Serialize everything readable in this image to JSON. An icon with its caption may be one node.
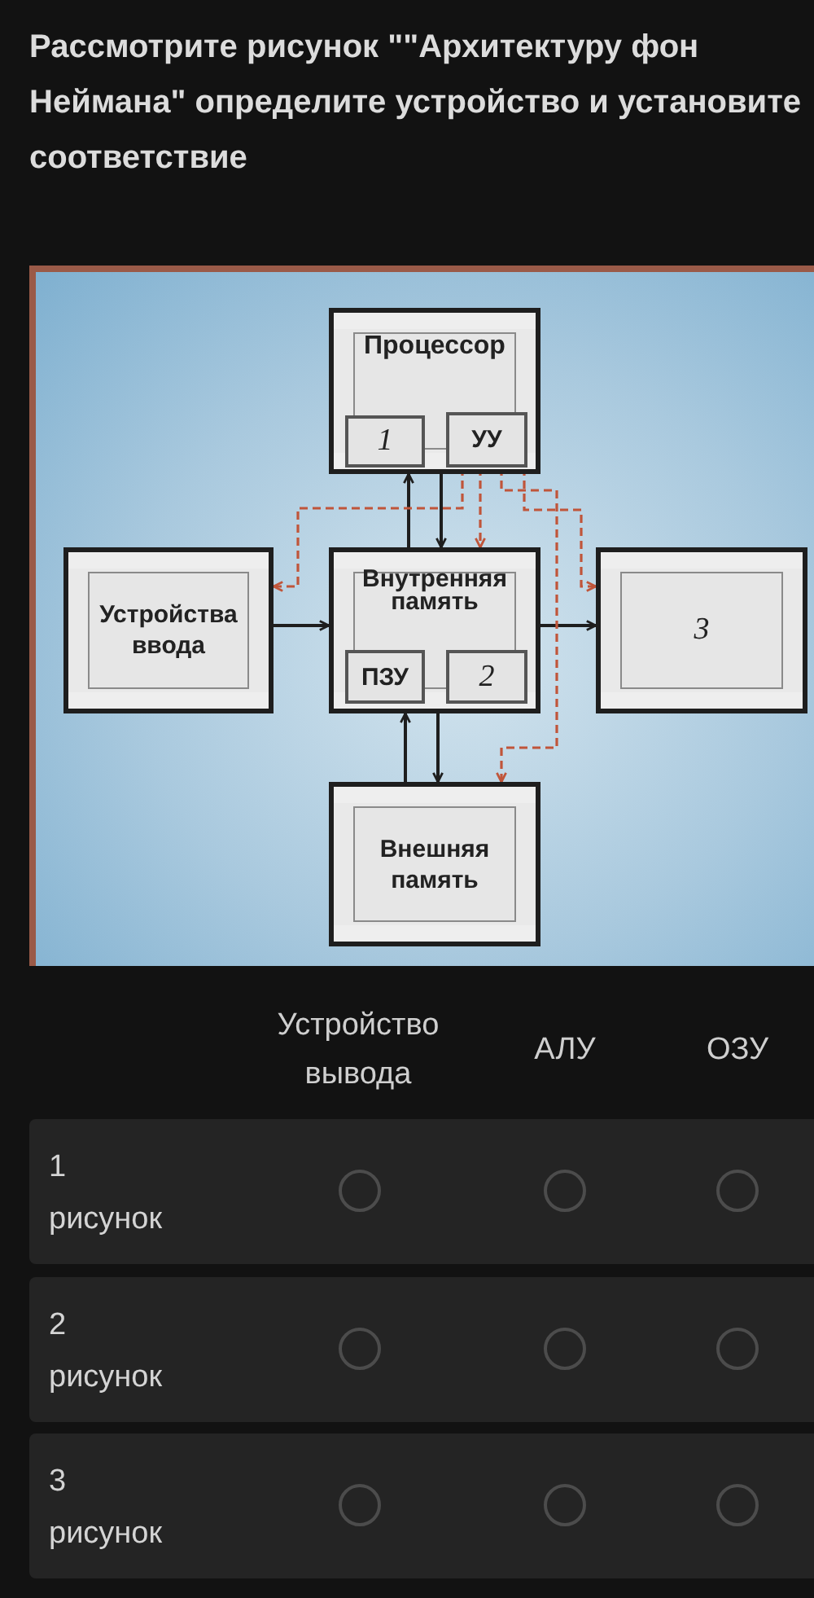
{
  "diagram": {
    "title": "Рассмотрите рисунок \"\"Архитектуру фон Неймана\" определите устройство и установите соответствие",
    "nodes": [
      {
        "text": [
          "Процессор"
        ]
      },
      {
        "text": [
          "1"
        ],
        "in": 0
      },
      {
        "text": [
          "УУ"
        ],
        "in": 0
      },
      {
        "text": [
          "Устройства ввода"
        ]
      },
      {
        "text": [
          "Внутренняя память"
        ]
      },
      {
        "text": [
          "ПЗУ"
        ],
        "in": 4
      },
      {
        "text": [
          "2"
        ],
        "in": 4
      },
      {
        "text": [
          "3"
        ]
      },
      {
        "text": [
          "Внешняя память"
        ]
      }
    ],
    "edges": [
      {
        "from": 4,
        "to": 0,
        "arrow": "to"
      },
      {
        "from": 0,
        "to": 4,
        "arrow": "to"
      },
      {
        "from": 3,
        "to": 4,
        "arrow": "to"
      },
      {
        "from": 4,
        "to": 7,
        "arrow": "to"
      },
      {
        "from": 8,
        "to": 4,
        "arrow": "to"
      },
      {
        "from": 4,
        "to": 8,
        "arrow": "to"
      },
      {
        "from": 2,
        "to": 3,
        "arrow": "to",
        "style": "dashed",
        "color": "#c0553a"
      },
      {
        "from": 2,
        "to": 4,
        "arrow": "to",
        "style": "dashed",
        "color": "#c0553a"
      },
      {
        "from": 2,
        "to": 8,
        "arrow": "to",
        "style": "dashed",
        "color": "#c0553a"
      },
      {
        "from": 2,
        "to": 7,
        "arrow": "to",
        "style": "dashed",
        "color": "#c0553a"
      }
    ],
    "labels": [
      "Устройство вывода",
      "АЛУ",
      "ОЗУ",
      "1 рисунок",
      "2 рисунок",
      "3 рисунок"
    ]
  }
}
